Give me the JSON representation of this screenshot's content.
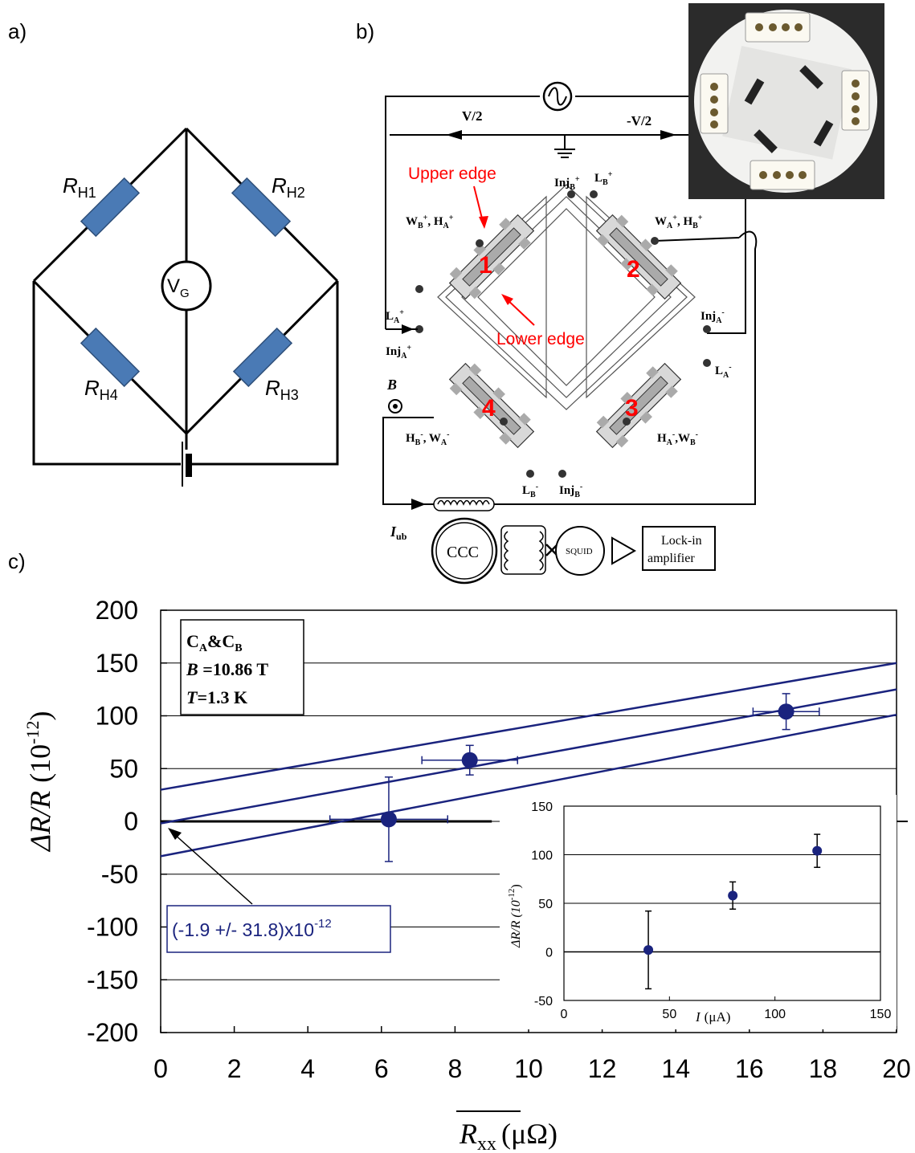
{
  "panel_a": {
    "label": "a)",
    "resistors": [
      {
        "name": "R",
        "sub": "H1"
      },
      {
        "name": "R",
        "sub": "H2"
      },
      {
        "name": "R",
        "sub": "H3"
      },
      {
        "name": "R",
        "sub": "H4"
      }
    ],
    "voltmeter": {
      "name": "V",
      "sub": "G"
    },
    "colors": {
      "resistor": "#4a7ab5",
      "wire": "#000000"
    }
  },
  "panel_b": {
    "label": "b)",
    "top_left_voltage": "V/2",
    "top_right_voltage": "-V/2",
    "annotation_upper": "Upper edge",
    "annotation_lower": "Lower edge",
    "sample_numbers": [
      "1",
      "2",
      "3",
      "4"
    ],
    "field_label": "B",
    "current_label": "I",
    "current_sub": "ub",
    "ccc_label": "CCC",
    "squid_label": "SQUID",
    "lockin_line1": "Lock-in",
    "lockin_line2": "amplifier",
    "terminals": {
      "injb_plus": {
        "base": "Inj",
        "sub": "B",
        "sup": "+"
      },
      "lb_plus": {
        "base": "L",
        "sub": "B",
        "sup": "+"
      },
      "wb_ha_plus": {
        "a": "W",
        "a_sub": "B",
        "a_sup": "+",
        "b": "H",
        "b_sub": "A",
        "b_sup": "+"
      },
      "wa_hb_plus": {
        "a": "W",
        "a_sub": "A",
        "a_sup": "+",
        "b": "H",
        "b_sub": "B",
        "b_sup": "+"
      },
      "la_plus": {
        "base": "L",
        "sub": "A",
        "sup": "+"
      },
      "inja_plus": {
        "base": "Inj",
        "sub": "A",
        "sup": "+"
      },
      "inja_minus": {
        "base": "Inj",
        "sub": "A",
        "sup": "-"
      },
      "la_minus": {
        "base": "L",
        "sub": "A",
        "sup": "-"
      },
      "hb_wa_minus": {
        "a": "H",
        "a_sub": "B",
        "a_sup": "-",
        "b": "W",
        "b_sub": "A",
        "b_sup": "-"
      },
      "ha_wb_minus": {
        "a": "H",
        "a_sub": "A",
        "a_sup": "-",
        "b": "W",
        "b_sub": "B",
        "b_sup": "-"
      },
      "lb_minus": {
        "base": "L",
        "sub": "B",
        "sup": "-"
      },
      "injb_minus": {
        "base": "Inj",
        "sub": "B",
        "sup": "-"
      }
    },
    "colors": {
      "annotation": "#ff0000",
      "sample_number": "#ff0000",
      "ink": "#000000",
      "device_fill": "#c8c8c8"
    }
  },
  "panel_c": {
    "label": "c)",
    "legend_line1": {
      "base": "C",
      "sub1": "A",
      "amp": "&",
      "base2": "C",
      "sub2": "B"
    },
    "legend_line2_var": "B",
    "legend_line2_val": " =10.86 T",
    "legend_line3_var": "T",
    "legend_line3_val": "=1.3 K",
    "fit_annotation_main": "(-1.9 +/- 31.8)x10",
    "fit_annotation_exp": "-12",
    "ylabel_main": "ΔR/R",
    "ylabel_unit": "(10",
    "ylabel_exp": "-12",
    "ylabel_close": ")",
    "xlabel_var": "R",
    "xlabel_sub": "xx",
    "xlabel_unit": "(μΩ)",
    "colors": {
      "series": "#1a237e",
      "axis": "#000000",
      "annotation_box": "#1a237e"
    }
  },
  "chart_data": [
    {
      "type": "scatter",
      "xlim": [
        0,
        20
      ],
      "ylim": [
        -200,
        200
      ],
      "x_ticks": [
        "0",
        "2",
        "4",
        "6",
        "8",
        "10",
        "12",
        "14",
        "16",
        "18",
        "20"
      ],
      "y_ticks": [
        "200",
        "150",
        "100",
        "50",
        "0",
        "-50",
        "-100",
        "-150",
        "-200"
      ],
      "grid": "horizontal",
      "points": [
        {
          "x": 6.2,
          "y": 2,
          "xerr": 1.6,
          "yerr": 40
        },
        {
          "x": 8.4,
          "y": 58,
          "xerr": 1.3,
          "yerr": 14
        },
        {
          "x": 17.0,
          "y": 104,
          "xerr": 0.9,
          "yerr": 17
        }
      ],
      "fit_lines": [
        {
          "x0": 0,
          "y0": -1.9,
          "x1": 20,
          "y1": 125
        },
        {
          "x0": 0,
          "y0": 30,
          "x1": 20,
          "y1": 150
        },
        {
          "x0": 0,
          "y0": -33,
          "x1": 20,
          "y1": 101
        }
      ]
    },
    {
      "type": "scatter",
      "xlim": [
        0,
        150
      ],
      "ylim": [
        -50,
        150
      ],
      "x_ticks": [
        "0",
        "50",
        "100",
        "150"
      ],
      "y_ticks": [
        "150",
        "100",
        "50",
        "0",
        "-50"
      ],
      "xlabel_var": "I",
      "xlabel_unit": "(μA)",
      "ylabel": "ΔR/R  (10",
      "ylabel_exp": "-12",
      "ylabel_close": ")",
      "grid": "horizontal",
      "points": [
        {
          "x": 40,
          "y": 2,
          "yerr": 40
        },
        {
          "x": 80,
          "y": 58,
          "yerr": 14
        },
        {
          "x": 120,
          "y": 104,
          "yerr": 17
        }
      ]
    }
  ]
}
